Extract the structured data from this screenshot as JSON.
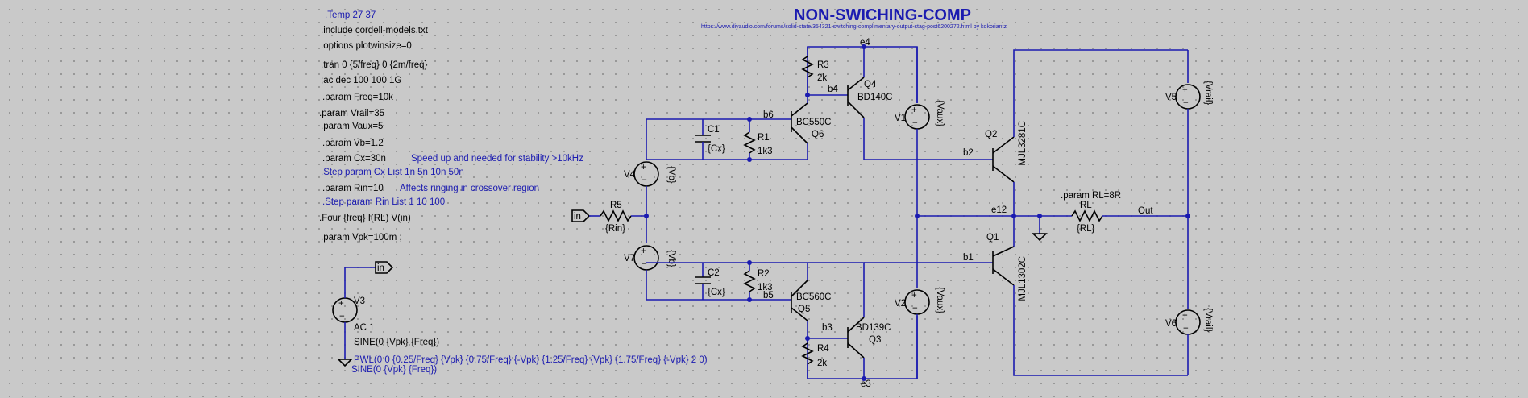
{
  "title": "NON-SWICHING-COMP",
  "url": "https://www.diyaudio.com/forums/solid-state/354321-switching-complimentary-output-stag-post6200272.html  by  kokoriantz",
  "directives": [
    ".Temp 27 37",
    ".include cordell-models.txt",
    ".options plotwinsize=0",
    ".tran 0 {5/freq} 0 {2m/freq}",
    ";ac dec 100 100 1G",
    ".param Freq=10k",
    ".param Vrail=35",
    ".param Vaux=5",
    ".param Vb=1.2",
    ".param Cx=30n",
    ".Step param Cx List 1n 5n 10n 50n",
    ".param Rin=10",
    ".Step param Rin List 1 10 100",
    ".Four {freq} I(RL) V(in)",
    ".param Vpk=100m ;"
  ],
  "comments": {
    "cx": "Speed up and needed for stability >10kHz",
    "rin": "Affects ringing in crossover region"
  },
  "source_v3": {
    "ref": "V3",
    "ac": "AC 1",
    "sine": "SINE(0 {Vpk} {Freq})",
    "pwl": "PWL(0 0 {0.25/Freq} {Vpk} {0.75/Freq} {-Vpk} {1.25/Freq} {Vpk} {1.75/Freq} {-Vpk} 2 0)",
    "sine2": "SINE(0 {Vpk} {Freq})"
  },
  "in_label": "in",
  "components": {
    "r5": {
      "ref": "R5",
      "val": "{Rin}"
    },
    "v4": {
      "ref": "V4",
      "val": "{Vb}"
    },
    "v7": {
      "ref": "V7",
      "val": "{Vb}"
    },
    "c1": {
      "ref": "C1",
      "val": "{Cx}"
    },
    "c2": {
      "ref": "C2",
      "val": "{Cx}"
    },
    "r1": {
      "ref": "R1",
      "val": "1k3"
    },
    "r2": {
      "ref": "R2",
      "val": "1k3"
    },
    "r3": {
      "ref": "R3",
      "val": "2k"
    },
    "r4": {
      "ref": "R4",
      "val": "2k"
    },
    "q6": {
      "ref": "Q6",
      "model": "BC550C"
    },
    "q5": {
      "ref": "Q5",
      "model": "BC560C"
    },
    "q4": {
      "ref": "Q4",
      "model": "BD140C"
    },
    "q3": {
      "ref": "Q3",
      "model": "BD139C"
    },
    "q2": {
      "ref": "Q2",
      "model": "MJL3281C"
    },
    "q1": {
      "ref": "Q1",
      "model": "MJL1302C"
    },
    "v1": {
      "ref": "V1",
      "val": "{Vaux}"
    },
    "v2": {
      "ref": "V2",
      "val": "{Vaux}"
    },
    "v5": {
      "ref": "V5",
      "val": "{Vrail}"
    },
    "v6": {
      "ref": "V6",
      "val": "{Vrail}"
    },
    "rl": {
      "ref": "RL",
      "val": "{RL}",
      "param": ".param RL=8R"
    }
  },
  "nets": {
    "e4": "e4",
    "e3": "e3",
    "b4": "b4",
    "b3": "b3",
    "b6": "b6",
    "b5": "b5",
    "b2": "b2",
    "b1": "b1",
    "e12": "e12",
    "out": "Out"
  }
}
